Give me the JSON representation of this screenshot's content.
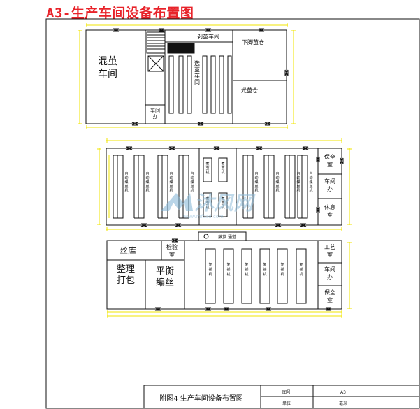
{
  "heading": "A3-生产车间设备布置图",
  "rooms": {
    "mix": "混茧\n车间",
    "peel": "剥茧车间",
    "select": "选\n茧\n车\n间",
    "office_small": "车间\n办",
    "lower_store": "下脚茧仓",
    "light_store": "光茧仓",
    "safety_1": "保全\n室",
    "office_mid": "车间\n办",
    "rest": "休息\n室",
    "silk_store": "丝库",
    "inspection": "检验\n室",
    "pack": "整理\n打包",
    "rewind": "平衡\n编丝",
    "craft": "工艺\n室",
    "office_low": "车间\n办",
    "safety_2": "保全\n室",
    "corridor": "蒸茧 通道"
  },
  "machines": {
    "auto_reel": "自动缫丝机",
    "cook_a": "煮茧机",
    "cook_b": "煮茧机",
    "rereel": "复摇机"
  },
  "title_block": {
    "drawing_title": "附图4 生产车间设备布置图",
    "label_drawing_no": "图号",
    "value_drawing_no": "A3",
    "label_unit": "单位",
    "value_unit": "毫米"
  },
  "watermark": {
    "brand": "沐风网",
    "url": "www.mfcad.com"
  },
  "colors": {
    "heading": "#e8232a",
    "dimension": "#f2e600",
    "line": "#111111"
  }
}
